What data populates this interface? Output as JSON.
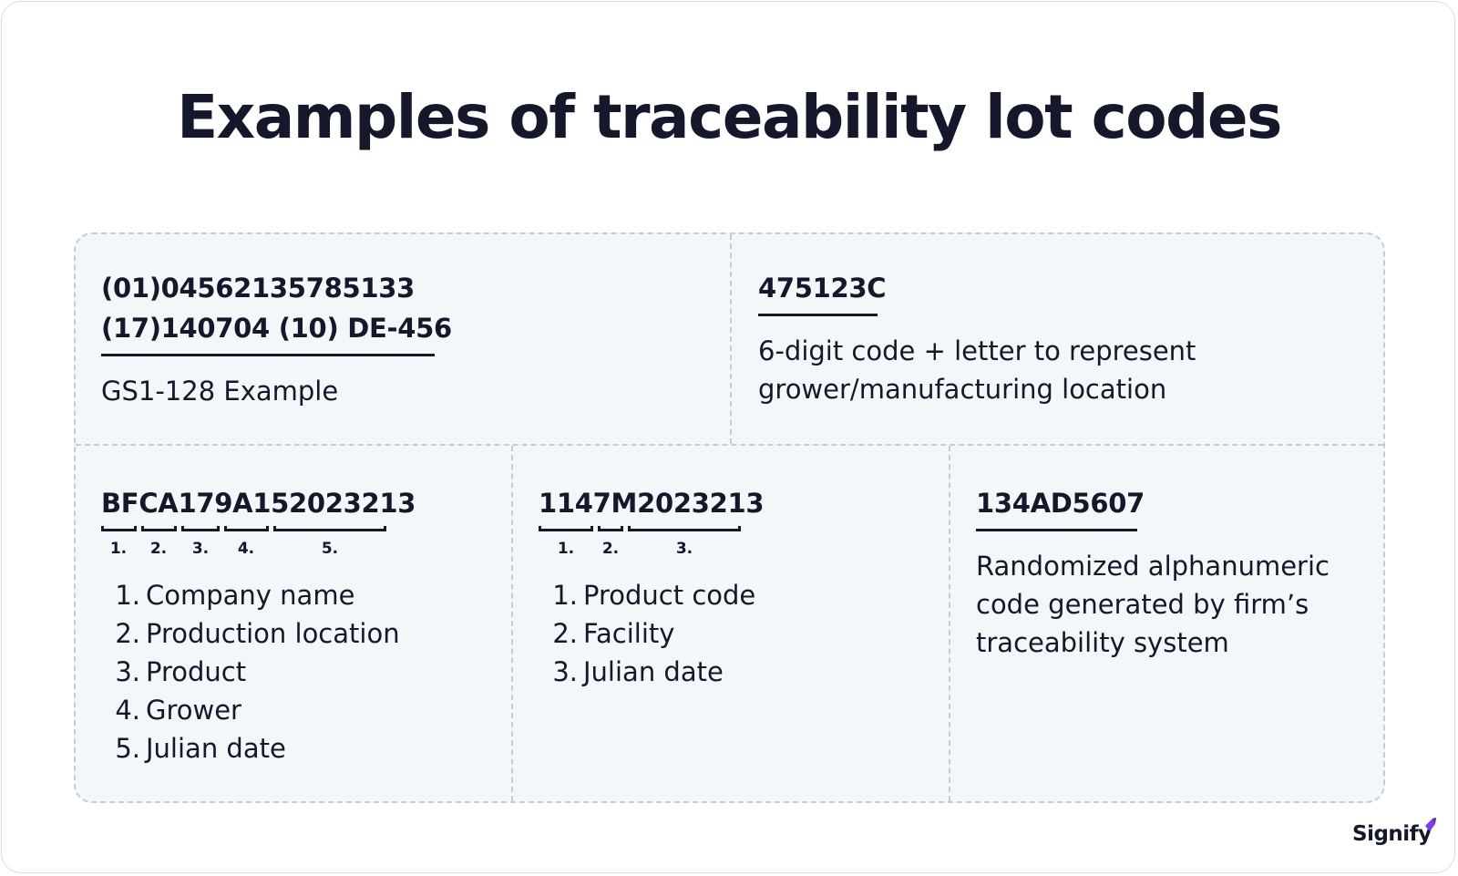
{
  "title": "Examples of traceability lot codes",
  "cells": {
    "gs1": {
      "code_line1": "(01)04562135785133",
      "code_line2": "(17)140704 (10) DE-456",
      "description": "GS1-128 Example"
    },
    "six_digit": {
      "code": "475123C",
      "description_line1": "6-digit code + letter to represent",
      "description_line2": "grower/manufacturing location"
    },
    "bfca": {
      "code": "BFCA179A152023213",
      "segment_numbers": [
        "1.",
        "2.",
        "3.",
        "4.",
        "5."
      ],
      "list": [
        {
          "n": "1.",
          "label": "Company name"
        },
        {
          "n": "2.",
          "label": "Production location"
        },
        {
          "n": "3.",
          "label": "Product"
        },
        {
          "n": "4.",
          "label": "Grower"
        },
        {
          "n": "5.",
          "label": "Julian date"
        }
      ]
    },
    "m2023": {
      "code": "1147M2023213",
      "segment_numbers": [
        "1.",
        "2.",
        "3."
      ],
      "list": [
        {
          "n": "1.",
          "label": "Product code"
        },
        {
          "n": "2.",
          "label": "Facility"
        },
        {
          "n": "3.",
          "label": "Julian date"
        }
      ]
    },
    "random": {
      "code": "134AD5607",
      "description_line1": "Randomized alphanumeric",
      "description_line2": "code generated by firm’s",
      "description_line3": "traceability system"
    }
  },
  "brand": {
    "name": "Signify",
    "accent": "#7b3fe4"
  },
  "colors": {
    "text": "#15172b",
    "panel": "#f3f7f9",
    "dashed_border": "#c6ccd2"
  }
}
